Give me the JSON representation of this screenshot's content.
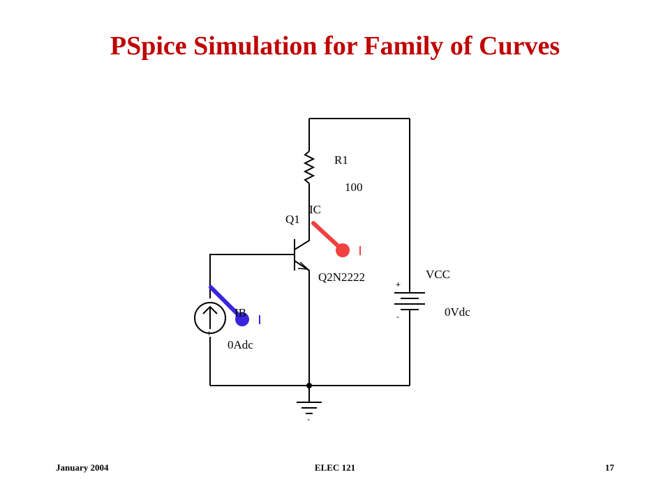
{
  "slide": {
    "title": "PSpice Simulation for Family of Curves",
    "footer_left": "January 2004",
    "footer_center": "ELEC 121",
    "footer_right": "17"
  },
  "circuit": {
    "resistor": {
      "ref": "R1",
      "value": "100"
    },
    "transistor": {
      "ref": "Q1",
      "model": "Q2N2222"
    },
    "voltage_source": {
      "ref": "VCC",
      "value": "0Vdc",
      "plus": "+",
      "minus": "-"
    },
    "current_source": {
      "value": "0Adc",
      "plus": "+",
      "minus": "-"
    },
    "probe_ic": {
      "label": "IC",
      "marker": "I",
      "color": "#f04040"
    },
    "probe_ib": {
      "label": "IB",
      "marker": "I",
      "color": "#3a24e0"
    },
    "ground_label": "-"
  },
  "colors": {
    "title": "#c00000",
    "wire": "#000000"
  }
}
